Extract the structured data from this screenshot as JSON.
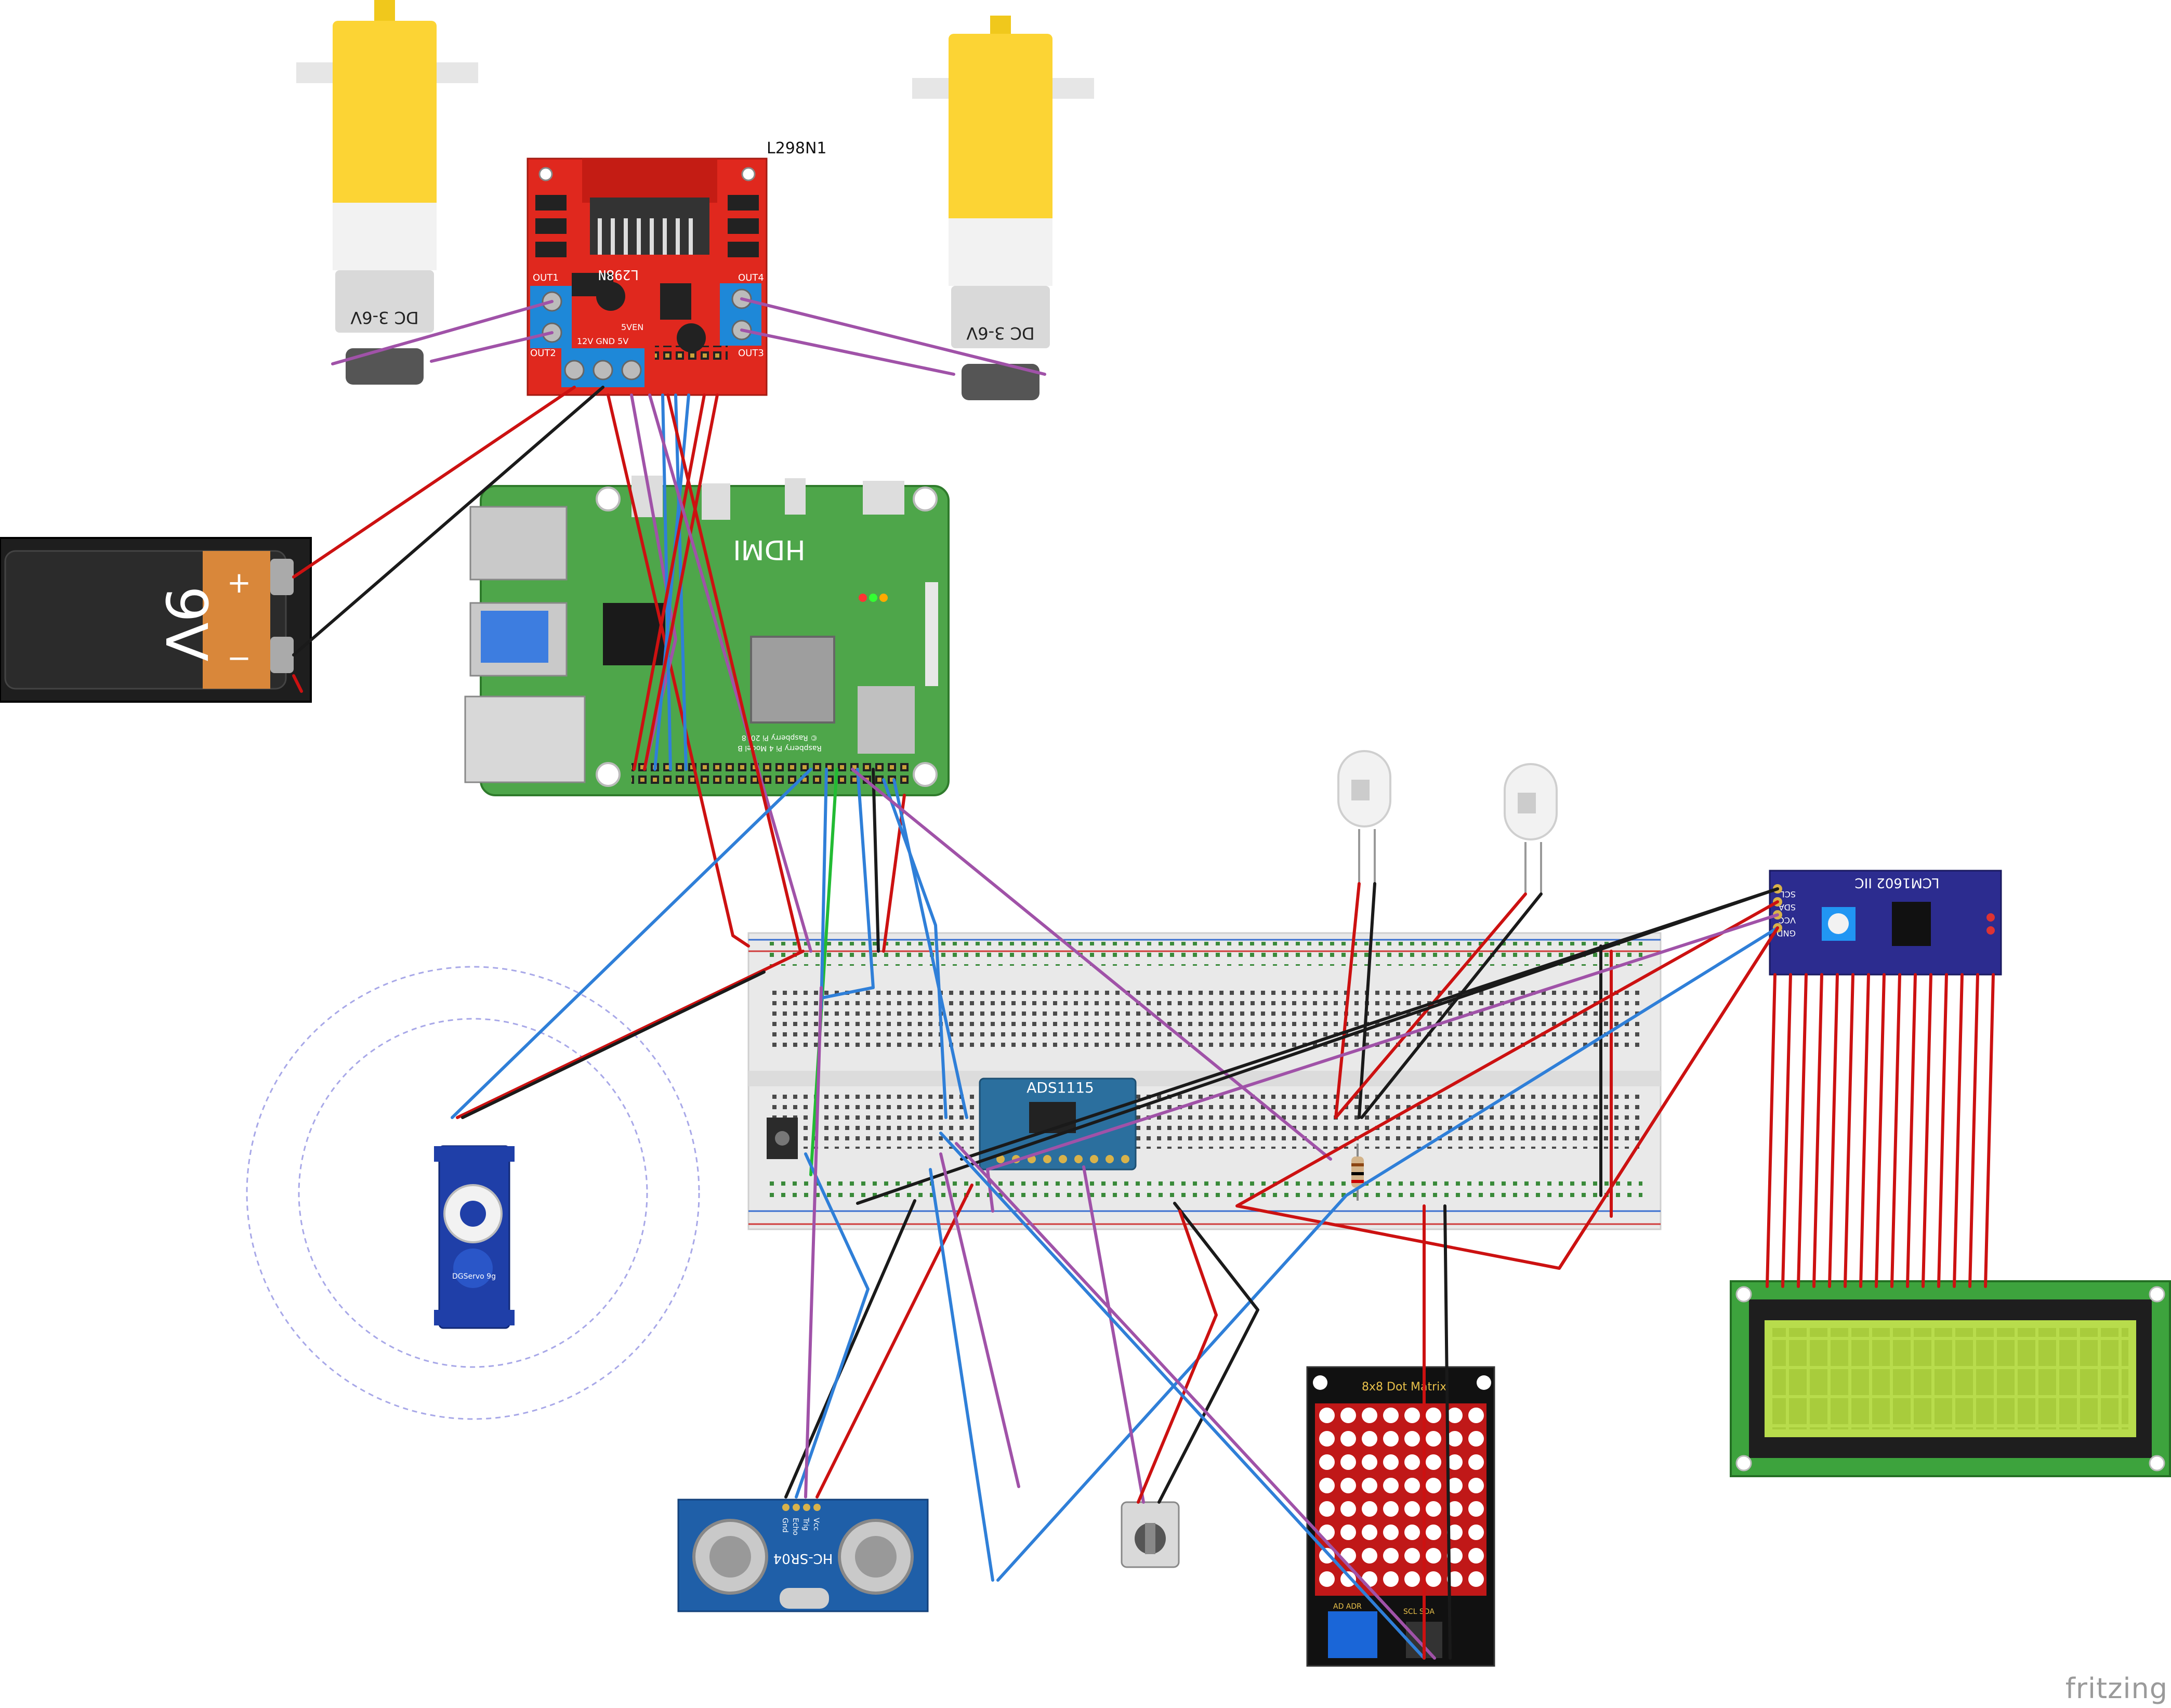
{
  "title": "L298N1",
  "watermark": "fritzing",
  "labels": {
    "motor_label": "DC 3-6V",
    "battery_voltage": "9V",
    "battery_plus": "+",
    "battery_minus": "−",
    "driver_chip": "L298N",
    "driver_out1": "OUT1",
    "driver_out2": "OUT2",
    "driver_out3": "OUT3",
    "driver_out4": "OUT4",
    "driver_power": "12V GND  5V",
    "driver_5ven": "5VEN",
    "pi_hdmi": "HDMI",
    "pi_caption": "Raspberry Pi 4 Model B",
    "pi_copyright": "© Raspberry Pi 2018",
    "adc_label": "ADS1115",
    "lcd_label": "LCM1602 IIC",
    "lcd_pins": [
      "SCL",
      "SDA",
      "VCC",
      "GND"
    ],
    "servo_label": "DGServo 9g",
    "ultrasonic_label": "HC-SR04",
    "ultrasonic_pins": [
      "Vcc",
      "Trig",
      "Echo",
      "Gnd"
    ],
    "matrix_label": "8x8 Dot Matrix",
    "matrix_pins": "AD ADR",
    "matrix_conn": "SCL SDA"
  },
  "colors": {
    "wire_red": "#cc1111",
    "wire_black": "#1a1a1a",
    "wire_blue": "#2f7fd8",
    "wire_purple": "#a052a8",
    "wire_green": "#22bb33",
    "driver_board": "#e0281e",
    "pi_board": "#4ea64a",
    "motor_yellow": "#fcd434",
    "breadboard": "#e9e9e9",
    "adc_board": "#2b6f9e",
    "lcd_board": "#2c2c8f",
    "lcd_screen": "#b8dc4c",
    "lcd_pcb": "#3da33d",
    "servo_blue": "#1f3fa8",
    "sensor_blue": "#1f5fa8"
  }
}
